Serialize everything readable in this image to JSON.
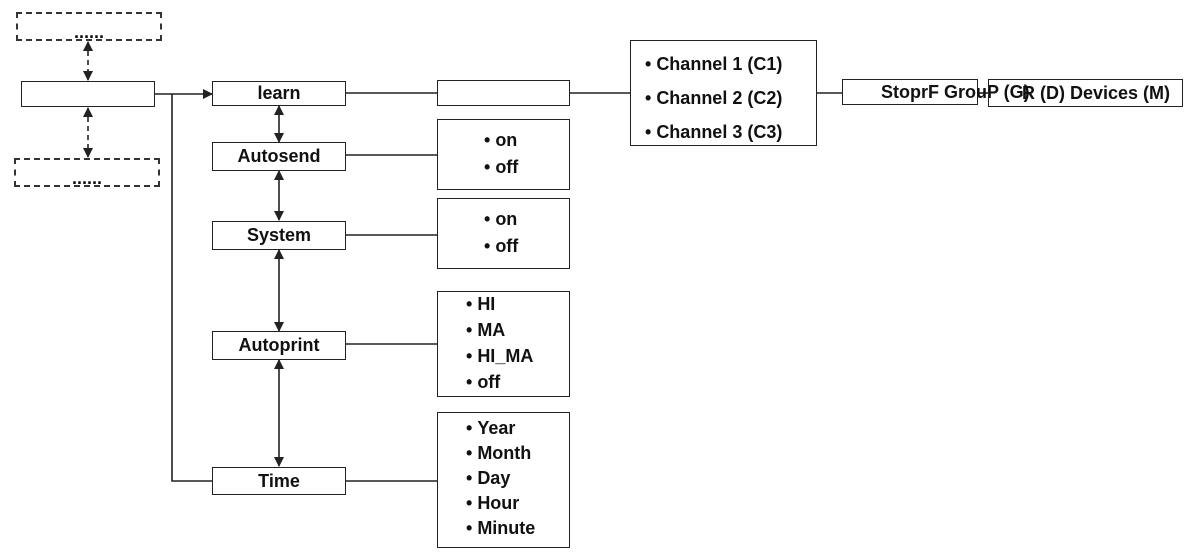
{
  "nodes": {
    "root": "",
    "dashed_top": "......",
    "dashed_bottom": "......",
    "learn": "learn",
    "learn_sub": "",
    "autosend": "Autosend",
    "system": "System",
    "autoprint": "Autoprint",
    "time": "Time",
    "stop_rf": "StoprF GrouP (G)",
    "r_devices": "R (D) Devices (M)"
  },
  "options": {
    "channels": [
      "Channel 1 (C1)",
      "Channel 2 (C2)",
      "Channel 3 (C3)"
    ],
    "autosend": [
      "on",
      "off"
    ],
    "system": [
      "on",
      "off"
    ],
    "autoprint": [
      "HI",
      "MA",
      "HI_MA",
      "off"
    ],
    "time": [
      "Year",
      "Month",
      "Day",
      "Hour",
      "Minute"
    ]
  }
}
